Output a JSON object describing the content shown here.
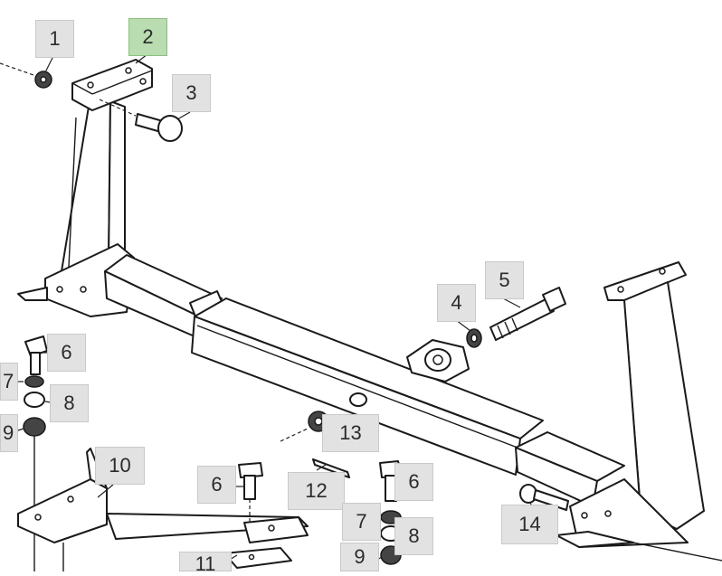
{
  "diagram": {
    "selected_callout": "2",
    "colors": {
      "callout_bg": "#e2e2e2",
      "callout_selected_bg": "#b9dcb0",
      "line": "#1a1a1a"
    },
    "callouts": [
      {
        "id": "c1",
        "label": "1"
      },
      {
        "id": "c2",
        "label": "2"
      },
      {
        "id": "c3",
        "label": "3"
      },
      {
        "id": "c4",
        "label": "4"
      },
      {
        "id": "c5",
        "label": "5"
      },
      {
        "id": "c6a",
        "label": "6"
      },
      {
        "id": "c7a",
        "label": "7"
      },
      {
        "id": "c8a",
        "label": "8"
      },
      {
        "id": "c9a",
        "label": "9"
      },
      {
        "id": "c10",
        "label": "10"
      },
      {
        "id": "c6b",
        "label": "6"
      },
      {
        "id": "c12",
        "label": "12"
      },
      {
        "id": "c13",
        "label": "13"
      },
      {
        "id": "c6c",
        "label": "6"
      },
      {
        "id": "c7b",
        "label": "7"
      },
      {
        "id": "c8b",
        "label": "8"
      },
      {
        "id": "c9b",
        "label": "9"
      },
      {
        "id": "c14",
        "label": "14"
      },
      {
        "id": "c11",
        "label": "11"
      }
    ]
  }
}
